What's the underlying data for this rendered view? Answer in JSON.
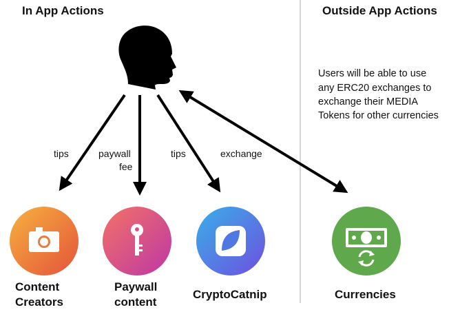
{
  "headings": {
    "left": "In App Actions",
    "right": "Outside App Actions"
  },
  "note": [
    "Users will be able to use",
    "any ERC20 exchanges to",
    "exchange their MEDIA",
    "Tokens for other currencies"
  ],
  "edges": {
    "tips_left": "tips",
    "paywall_fee": [
      "paywall",
      "fee"
    ],
    "tips_right": "tips",
    "exchange": "exchange"
  },
  "nodes": {
    "content_creators": [
      "Content",
      "Creators"
    ],
    "paywall_content": [
      "Paywall",
      "content"
    ],
    "cryptocatnip": [
      "CryptoCatnip"
    ],
    "currencies": [
      "Currencies"
    ]
  },
  "icons": {
    "user": "head-silhouette-icon",
    "content_creators": "camera-icon",
    "paywall_content": "key-icon",
    "cryptocatnip": "leaf-app-icon",
    "currencies": "banknote-exchange-icon"
  },
  "colors": {
    "creators_gradient": [
      "#F6A33F",
      "#E85A3A"
    ],
    "paywall_gradient": [
      "#EE6A6F",
      "#C33CA0"
    ],
    "catnip_gradient": [
      "#3FA7E8",
      "#6A56E0"
    ],
    "currencies_fill": "#5FA84B",
    "divider": "#BBBBBB",
    "arrow": "#000000"
  }
}
